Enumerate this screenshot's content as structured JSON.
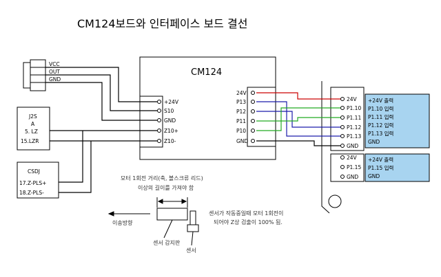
{
  "title": "CM124보드와 인터페이스 보드 결선",
  "cm124": {
    "name": "CM124",
    "left_pins": [
      "+24V",
      "S10",
      "GND",
      "Z10+",
      "Z10-"
    ],
    "right_pins": [
      "24V",
      "P13",
      "P12",
      "P11",
      "P10",
      "GND"
    ]
  },
  "sensor_connector": {
    "pins": [
      "VCC",
      "OUT",
      "GND"
    ]
  },
  "j2s": {
    "title_line1": "J2S",
    "title_line2": "A",
    "pins": [
      "5. LZ",
      "15.LZR"
    ]
  },
  "csdj": {
    "title": "CSDJ",
    "pins": [
      "17.Z-PLS+",
      "18.Z-PLS-"
    ]
  },
  "terminal_upper": {
    "pins": [
      "24V",
      "P1.10",
      "P1.11",
      "P1.12",
      "P1.13",
      "GND"
    ]
  },
  "terminal_lower": {
    "pins": [
      "24V",
      "P1.15",
      "GND"
    ]
  },
  "info_upper": [
    "+24V 출력",
    "P1.10 입력",
    "P1.11 입력",
    "P1.12 입력",
    "P1.13 입력",
    "GND"
  ],
  "info_lower": [
    "+24V 출력",
    "P1.15 입력",
    "GND"
  ],
  "notes": {
    "pitch_line1": "모터 1회전 거리(축, 볼스크류 리드)",
    "pitch_line2": "이상의 길이를 가져야 함",
    "direction": "이송방향",
    "detect_line1": "센서가 작동중일때 모터 1회전이",
    "detect_line2": "되어야 Z상 검출이 100% 됨.",
    "sensor_plate": "센서 감지판",
    "sensor": "센서"
  },
  "colors": {
    "wire_red": "#cc0000",
    "wire_blue": "#1a1aaa",
    "wire_green": "#22aa22",
    "info_fill": "#a8d4f0"
  }
}
